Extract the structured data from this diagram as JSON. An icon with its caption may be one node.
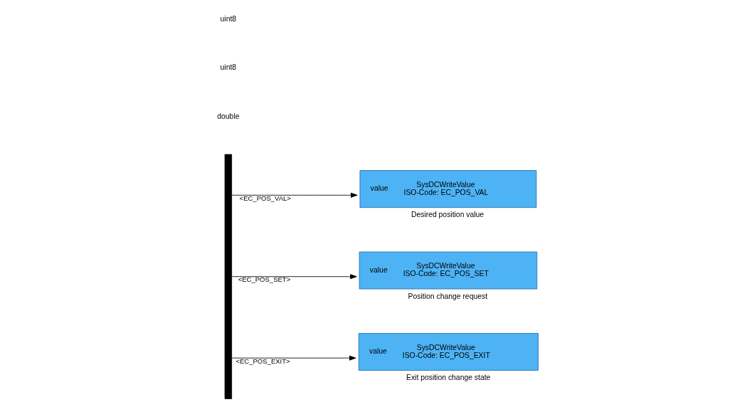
{
  "diagram": {
    "nodes": [
      {
        "text": [],
        "shape": "bar"
      },
      {
        "text": [
          "value",
          "SysDCWriteValue",
          "ISO-Code: EC_POS_VAL"
        ],
        "beside": [
          "Desired position value"
        ]
      },
      {
        "text": [
          "value",
          "SysDCWriteValue",
          "ISO-Code: EC_POS_SET"
        ],
        "beside": [
          "Position change request"
        ]
      },
      {
        "text": [
          "value",
          "SysDCWriteValue",
          "ISO-Code: EC_POS_EXIT"
        ],
        "beside": [
          "Exit position change state"
        ]
      }
    ],
    "edges": [
      {
        "from": 0,
        "to": 1,
        "arrow": "to",
        "label": "<EC_POS_VAL>"
      },
      {
        "from": 0,
        "to": 2,
        "arrow": "to",
        "label": "<EC_POS_SET>"
      },
      {
        "from": 0,
        "to": 3,
        "arrow": "to",
        "label": "<EC_POS_EXIT>"
      }
    ],
    "labels": [
      "double",
      "uint8",
      "uint8"
    ]
  }
}
